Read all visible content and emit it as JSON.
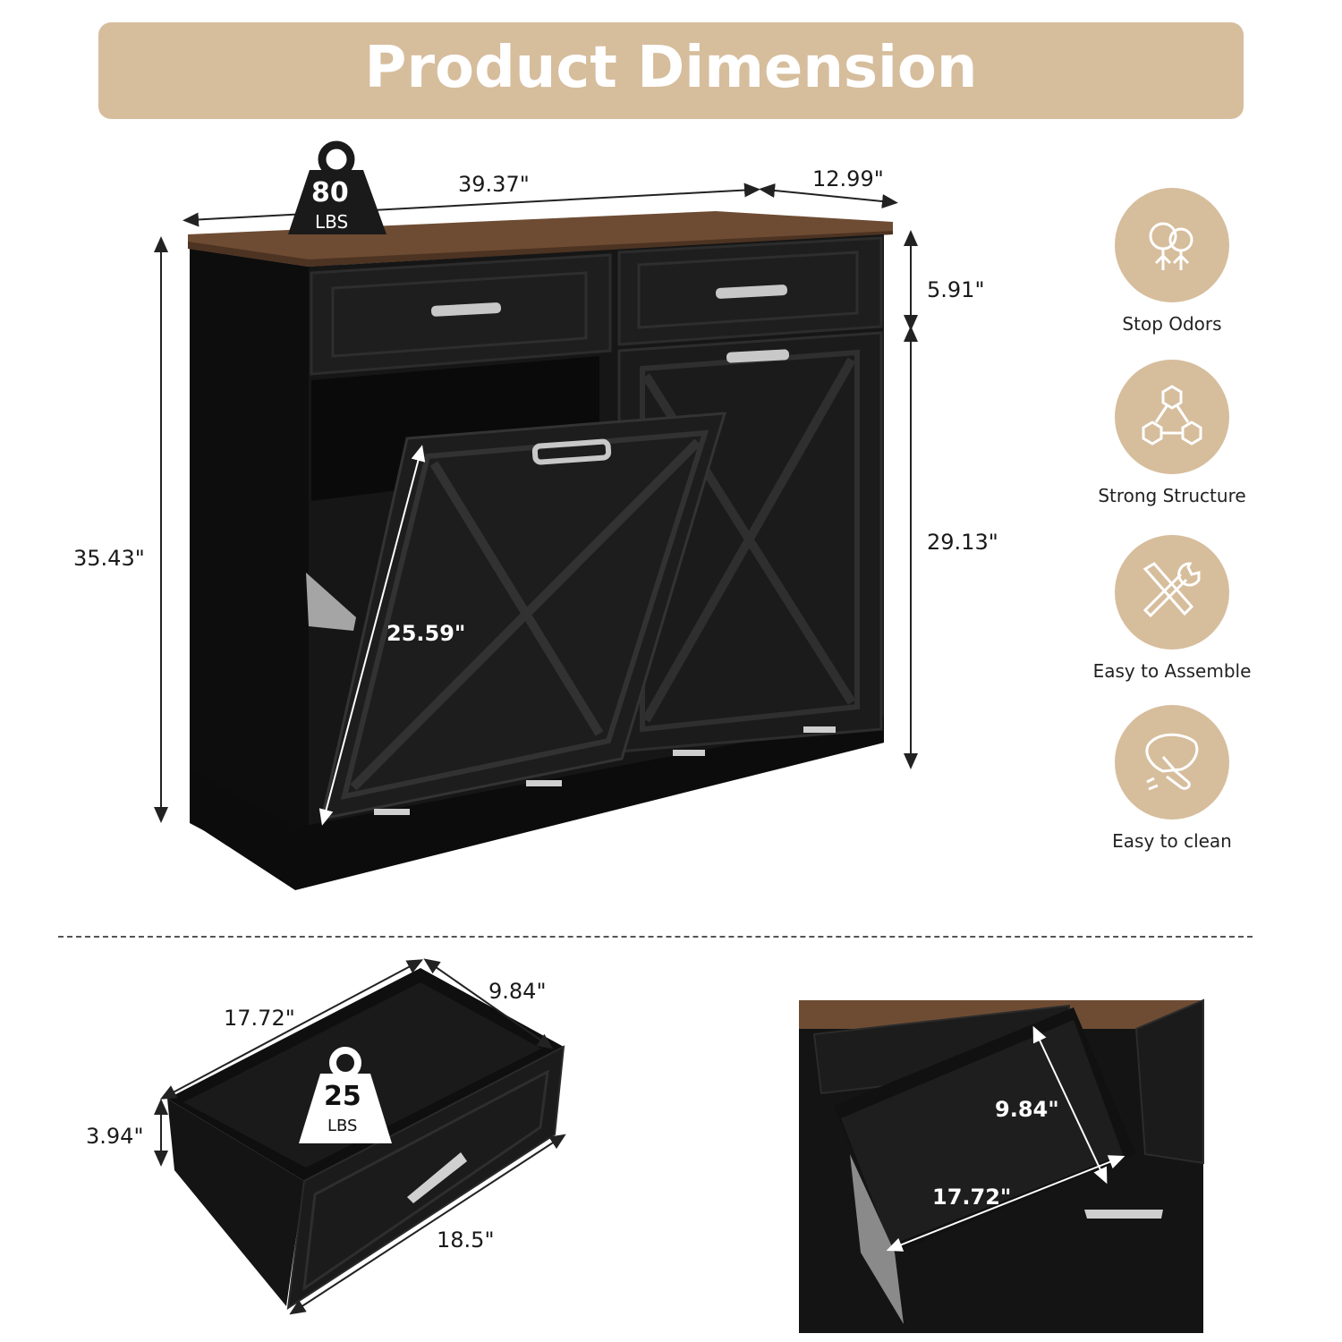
{
  "banner": {
    "title": "Product Dimension"
  },
  "cabinet": {
    "weight": {
      "value": "80",
      "unit": "LBS"
    },
    "width": "39.37\"",
    "depth": "12.99\"",
    "height": "35.43\"",
    "drawer_height": "5.91\"",
    "door_height": "29.13\"",
    "tilt_door": "25.59\""
  },
  "drawer": {
    "weight": {
      "value": "25",
      "unit": "LBS"
    },
    "length": "17.72\"",
    "depth": "9.84\"",
    "height": "3.94\"",
    "front_width": "18.5\""
  },
  "bin_detail": {
    "depth": "9.84\"",
    "width": "17.72\""
  },
  "features": [
    {
      "label": "Stop Odors",
      "icon": "recycle-tree-icon"
    },
    {
      "label": "Strong Structure",
      "icon": "hexagon-structure-icon"
    },
    {
      "label": "Easy to Assemble",
      "icon": "tools-icon"
    },
    {
      "label": "Easy to clean",
      "icon": "cleaning-hand-icon"
    }
  ],
  "colors": {
    "accent": "#d6bd9c",
    "cabinet": "#151515",
    "wood_top": "#6b4a32"
  }
}
